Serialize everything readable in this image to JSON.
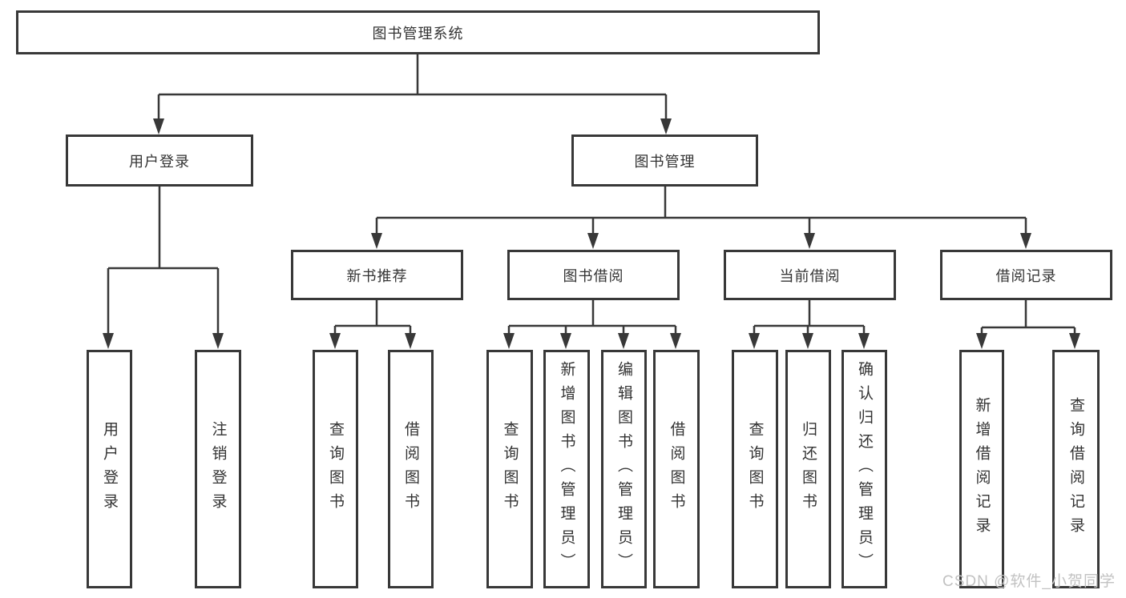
{
  "colors": {
    "line": "#383838",
    "text": "#333333",
    "watermark": "#c2c2c2",
    "background": "#ffffff"
  },
  "tree": {
    "label": "图书管理系统",
    "children": [
      {
        "label": "用户登录",
        "children": [
          {
            "label": "用户登录"
          },
          {
            "label": "注销登录"
          }
        ]
      },
      {
        "label": "图书管理",
        "children": [
          {
            "label": "新书推荐",
            "children": [
              {
                "label": "查询图书"
              },
              {
                "label": "借阅图书"
              }
            ]
          },
          {
            "label": "图书借阅",
            "children": [
              {
                "label": "查询图书"
              },
              {
                "label": "新增图书（管理员）"
              },
              {
                "label": "编辑图书（管理员）"
              },
              {
                "label": "借阅图书"
              }
            ]
          },
          {
            "label": "当前借阅",
            "children": [
              {
                "label": "查询图书"
              },
              {
                "label": "归还图书"
              },
              {
                "label": "确认归还（管理员）"
              }
            ]
          },
          {
            "label": "借阅记录",
            "children": [
              {
                "label": "新增借阅记录"
              },
              {
                "label": "查询借阅记录"
              }
            ]
          }
        ]
      }
    ]
  },
  "watermark": "CSDN @软件_小贺同学"
}
